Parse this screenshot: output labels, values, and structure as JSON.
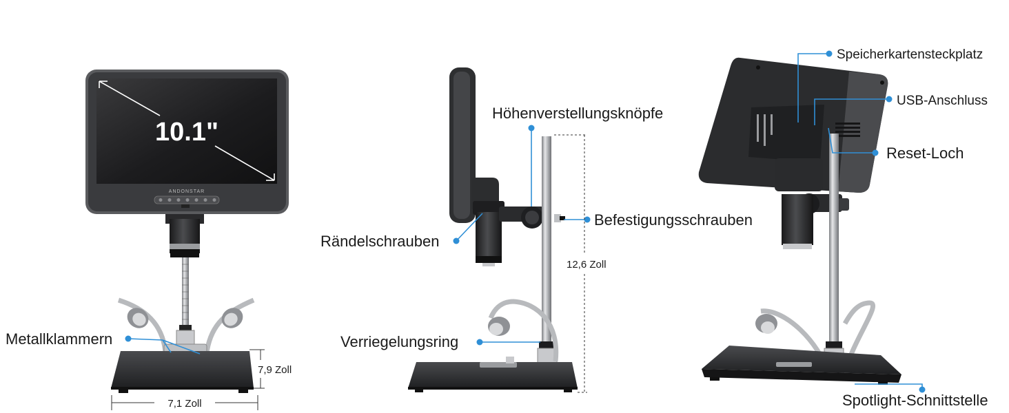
{
  "screen_size": "10.1\"",
  "brand": "ANDONSTAR",
  "dimensions": {
    "width": "7,1 Zoll",
    "depth": "7,9 Zoll",
    "height": "12,6 Zoll"
  },
  "callouts": {
    "metal_clips": "Metallklammern",
    "height_knobs": "Höhenverstellungsknöpfe",
    "knurled_screws": "Rändelschrauben",
    "mount_screws": "Befestigungsschrauben",
    "lock_ring": "Verriegelungsring",
    "sd_slot": "Speicherkartensteckplatz",
    "usb_port": "USB-Anschluss",
    "reset_hole": "Reset-Loch",
    "spotlight_port": "Spotlight-Schnittstelle"
  },
  "colors": {
    "accent": "#2f8fd6",
    "device_dark": "#2b2b2d",
    "screen": "#1b1b1d"
  },
  "icons": [
    "microscope-front",
    "microscope-side",
    "microscope-back"
  ]
}
